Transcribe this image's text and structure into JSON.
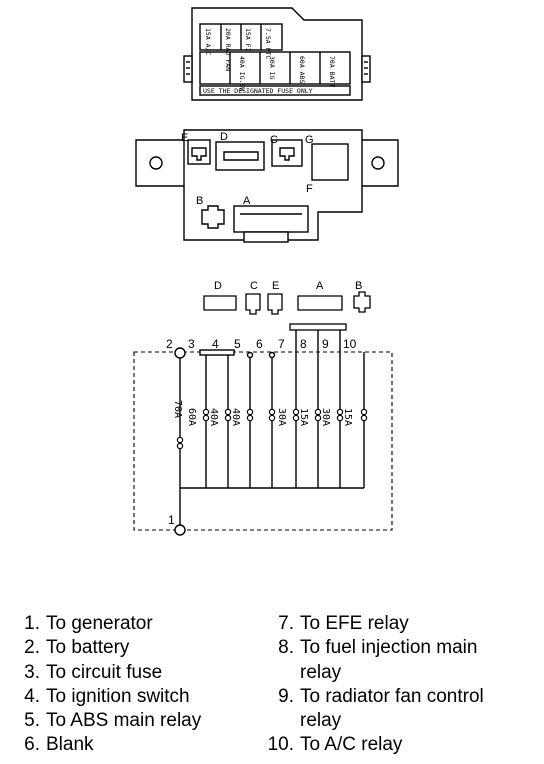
{
  "fuse_box": {
    "notice": "USE THE DESIGNATED FUSE ONLY",
    "slots_top": [
      "15A A/C",
      "20A RAD FAN",
      "15A FI",
      "7.5A PTC"
    ],
    "slots_bottom": [
      "",
      "40A IG.SW",
      "30A IG",
      "60A ABS",
      "70A BATT"
    ]
  },
  "connector_letters": {
    "body": [
      "E",
      "D",
      "C",
      "G",
      "F",
      "B",
      "A"
    ],
    "row": [
      "D",
      "C",
      "E",
      "A",
      "B"
    ]
  },
  "terminal_numbers": [
    "1",
    "2",
    "3",
    "4",
    "5",
    "6",
    "7",
    "8",
    "9",
    "10"
  ],
  "fuse_ratings": [
    "70A",
    "60A",
    "40A",
    "40A",
    "30A",
    "15A",
    "30A",
    "15A"
  ],
  "legend": {
    "left": [
      {
        "n": "1.",
        "text": "To generator"
      },
      {
        "n": "2.",
        "text": "To battery"
      },
      {
        "n": "3.",
        "text": "To circuit fuse"
      },
      {
        "n": "4.",
        "text": "To ignition switch"
      },
      {
        "n": "5.",
        "text": "To ABS main relay"
      },
      {
        "n": "6.",
        "text": "Blank"
      }
    ],
    "right": [
      {
        "n": "7.",
        "text": "To EFE relay",
        "cont": ""
      },
      {
        "n": "8.",
        "text": "To fuel injection main",
        "cont": "relay"
      },
      {
        "n": "9.",
        "text": "To radiator fan control",
        "cont": "relay"
      },
      {
        "n": "10.",
        "text": "To A/C relay",
        "cont": ""
      }
    ]
  }
}
